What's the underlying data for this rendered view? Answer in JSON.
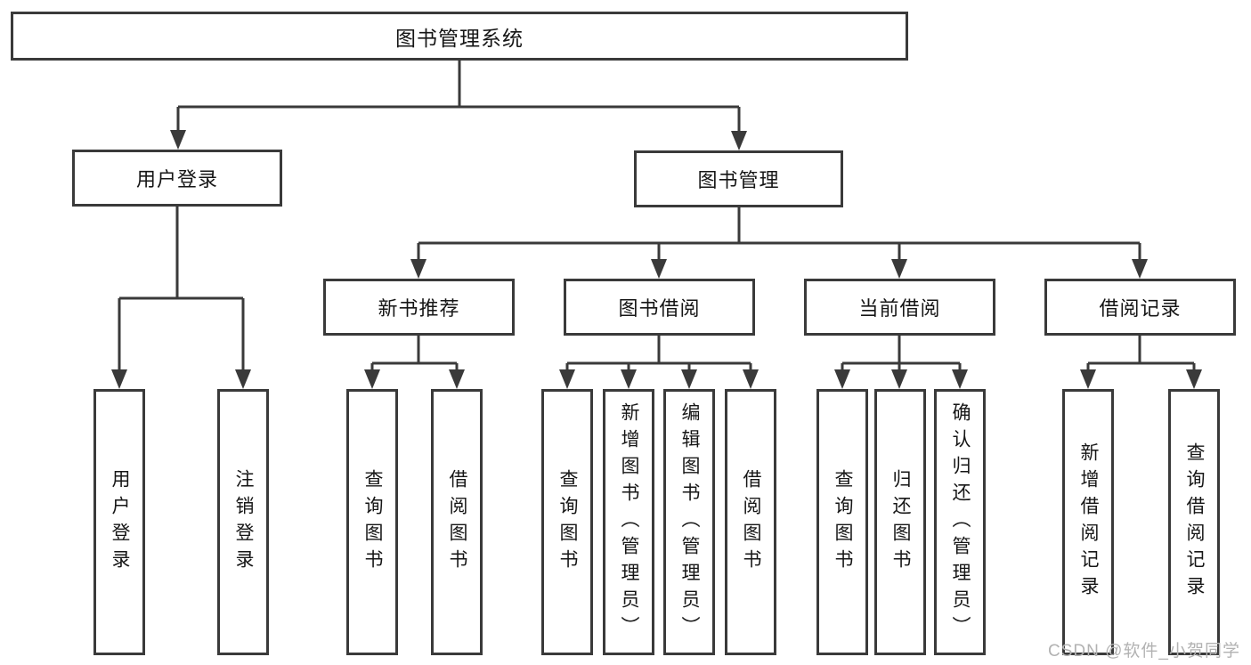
{
  "tree": {
    "root": {
      "label": "图书管理系统",
      "children": [
        {
          "label": "用户登录",
          "children": [
            {
              "label": "用户登录"
            },
            {
              "label": "注销登录"
            }
          ]
        },
        {
          "label": "图书管理",
          "children": [
            {
              "label": "新书推荐",
              "children": [
                {
                  "label": "查询图书"
                },
                {
                  "label": "借阅图书"
                }
              ]
            },
            {
              "label": "图书借阅",
              "children": [
                {
                  "label": "查询图书"
                },
                {
                  "label": "新增图书（管理员）"
                },
                {
                  "label": "编辑图书（管理员）"
                },
                {
                  "label": "借阅图书"
                }
              ]
            },
            {
              "label": "当前借阅",
              "children": [
                {
                  "label": "查询图书"
                },
                {
                  "label": "归还图书"
                },
                {
                  "label": "确认归还（管理员）"
                }
              ]
            },
            {
              "label": "借阅记录",
              "children": [
                {
                  "label": "新增借阅记录"
                },
                {
                  "label": "查询借阅记录"
                }
              ]
            }
          ]
        }
      ]
    }
  },
  "watermark": {
    "text": "CSDN @软件_小贺同学"
  },
  "colors": {
    "line": "#3a3a3a",
    "text": "#161616",
    "box_background": "#ffffff",
    "page_background": "#ffffff",
    "watermark": "#b2b2b2"
  }
}
